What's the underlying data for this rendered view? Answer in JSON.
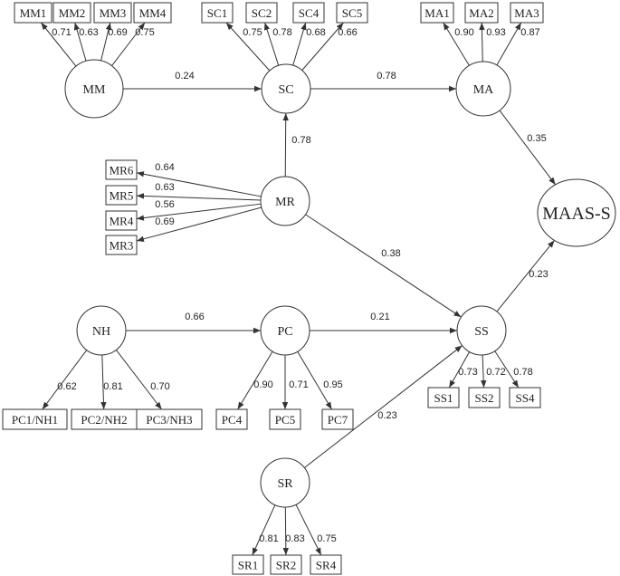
{
  "latent_nodes": [
    {
      "id": "MM",
      "label": "MM"
    },
    {
      "id": "SC",
      "label": "SC"
    },
    {
      "id": "MA",
      "label": "MA"
    },
    {
      "id": "MAAS",
      "label": "MAAS-S"
    },
    {
      "id": "MR",
      "label": "MR"
    },
    {
      "id": "NH",
      "label": "NH"
    },
    {
      "id": "PC",
      "label": "PC"
    },
    {
      "id": "SS",
      "label": "SS"
    },
    {
      "id": "SR",
      "label": "SR"
    }
  ],
  "indicators": [
    {
      "id": "MM1",
      "label": "MM1"
    },
    {
      "id": "MM2",
      "label": "MM2"
    },
    {
      "id": "MM3",
      "label": "MM3"
    },
    {
      "id": "MM4",
      "label": "MM4"
    },
    {
      "id": "SC1",
      "label": "SC1"
    },
    {
      "id": "SC2",
      "label": "SC2"
    },
    {
      "id": "SC4",
      "label": "SC4"
    },
    {
      "id": "SC5",
      "label": "SC5"
    },
    {
      "id": "MA1",
      "label": "MA1"
    },
    {
      "id": "MA2",
      "label": "MA2"
    },
    {
      "id": "MA3",
      "label": "MA3"
    },
    {
      "id": "MR6",
      "label": "MR6"
    },
    {
      "id": "MR5",
      "label": "MR5"
    },
    {
      "id": "MR4",
      "label": "MR4"
    },
    {
      "id": "MR3",
      "label": "MR3"
    },
    {
      "id": "PC1NH1",
      "label": "PC1/NH1"
    },
    {
      "id": "PC2NH2",
      "label": "PC2/NH2"
    },
    {
      "id": "PC3NH3",
      "label": "PC3/NH3"
    },
    {
      "id": "PC4",
      "label": "PC4"
    },
    {
      "id": "PC5",
      "label": "PC5"
    },
    {
      "id": "PC7",
      "label": "PC7"
    },
    {
      "id": "SS1",
      "label": "SS1"
    },
    {
      "id": "SS2",
      "label": "SS2"
    },
    {
      "id": "SS4",
      "label": "SS4"
    },
    {
      "id": "SR1",
      "label": "SR1"
    },
    {
      "id": "SR2",
      "label": "SR2"
    },
    {
      "id": "SR4",
      "label": "SR4"
    }
  ],
  "paths": [
    {
      "from": "MM",
      "to": "SC",
      "coef": "0.24"
    },
    {
      "from": "SC",
      "to": "MA",
      "coef": "0.78"
    },
    {
      "from": "MA",
      "to": "MAAS",
      "coef": "0.35"
    },
    {
      "from": "MR",
      "to": "SC",
      "coef": "0.78"
    },
    {
      "from": "MR",
      "to": "SS",
      "coef": "0.38"
    },
    {
      "from": "NH",
      "to": "PC",
      "coef": "0.66"
    },
    {
      "from": "PC",
      "to": "SS",
      "coef": "0.21"
    },
    {
      "from": "SS",
      "to": "MAAS",
      "coef": "0.23"
    },
    {
      "from": "SR",
      "to": "SS",
      "coef": "0.23"
    }
  ],
  "loadings": [
    {
      "from": "MM",
      "to": "MM1",
      "coef": "0.71"
    },
    {
      "from": "MM",
      "to": "MM2",
      "coef": "0.63"
    },
    {
      "from": "MM",
      "to": "MM3",
      "coef": "0.69"
    },
    {
      "from": "MM",
      "to": "MM4",
      "coef": "0.75"
    },
    {
      "from": "SC",
      "to": "SC1",
      "coef": "0.75"
    },
    {
      "from": "SC",
      "to": "SC2",
      "coef": "0.78"
    },
    {
      "from": "SC",
      "to": "SC4",
      "coef": "0.68"
    },
    {
      "from": "SC",
      "to": "SC5",
      "coef": "0.66"
    },
    {
      "from": "MA",
      "to": "MA1",
      "coef": "0.90"
    },
    {
      "from": "MA",
      "to": "MA2",
      "coef": "0.93"
    },
    {
      "from": "MA",
      "to": "MA3",
      "coef": "0.87"
    },
    {
      "from": "MR",
      "to": "MR6",
      "coef": "0.64"
    },
    {
      "from": "MR",
      "to": "MR5",
      "coef": "0.63"
    },
    {
      "from": "MR",
      "to": "MR4",
      "coef": "0.56"
    },
    {
      "from": "MR",
      "to": "MR3",
      "coef": "0.69"
    },
    {
      "from": "NH",
      "to": "PC1NH1",
      "coef": "0.62"
    },
    {
      "from": "NH",
      "to": "PC2NH2",
      "coef": "0.81"
    },
    {
      "from": "NH",
      "to": "PC3NH3",
      "coef": "0.70"
    },
    {
      "from": "PC",
      "to": "PC4",
      "coef": "0.90"
    },
    {
      "from": "PC",
      "to": "PC5",
      "coef": "0.71"
    },
    {
      "from": "PC",
      "to": "PC7",
      "coef": "0.95"
    },
    {
      "from": "SS",
      "to": "SS1",
      "coef": "0.73"
    },
    {
      "from": "SS",
      "to": "SS2",
      "coef": "0.72"
    },
    {
      "from": "SS",
      "to": "SS4",
      "coef": "0.78"
    },
    {
      "from": "SR",
      "to": "SR1",
      "coef": "0.81"
    },
    {
      "from": "SR",
      "to": "SR2",
      "coef": "0.83"
    },
    {
      "from": "SR",
      "to": "SR4",
      "coef": "0.75"
    }
  ]
}
